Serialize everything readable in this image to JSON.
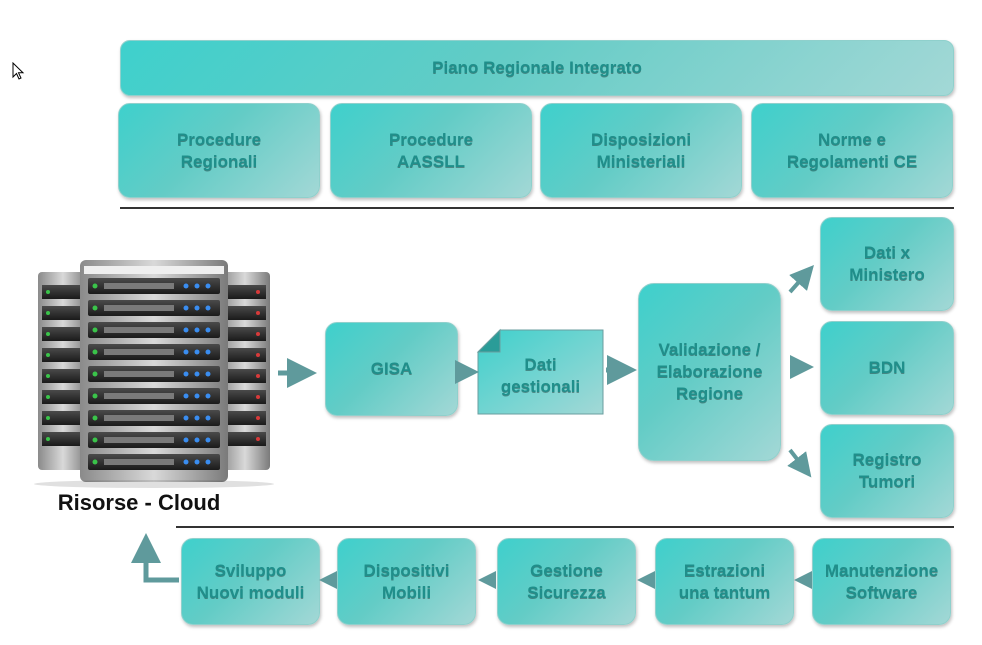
{
  "top": {
    "header": "Piano Regionale Integrato",
    "boxes": [
      "Procedure\nRegionali",
      "Procedure\nAASSLL",
      "Disposizioni\nMinisteriali",
      "Norme  e\nRegolamenti CE"
    ]
  },
  "middle": {
    "cloud_label": "Risorse - Cloud",
    "gisa": "GISA",
    "dati_gestionali": "Dati\ngestionali",
    "validazione": "Validazione /\nElaborazione\nRegione",
    "outputs": [
      "Dati x\nMinistero",
      "BDN",
      "Registro\nTumori"
    ]
  },
  "bottom": {
    "boxes": [
      "Sviluppo\nNuovi moduli",
      "Dispositivi\nMobili",
      "Gestione\nSicurezza",
      "Estrazioni\nuna tantum",
      "Manutenzione\nSoftware"
    ]
  },
  "colors": {
    "box_fill": "#4fd0cc",
    "box_text": "#1f8f8b",
    "arrow": "#5f9a9c"
  }
}
